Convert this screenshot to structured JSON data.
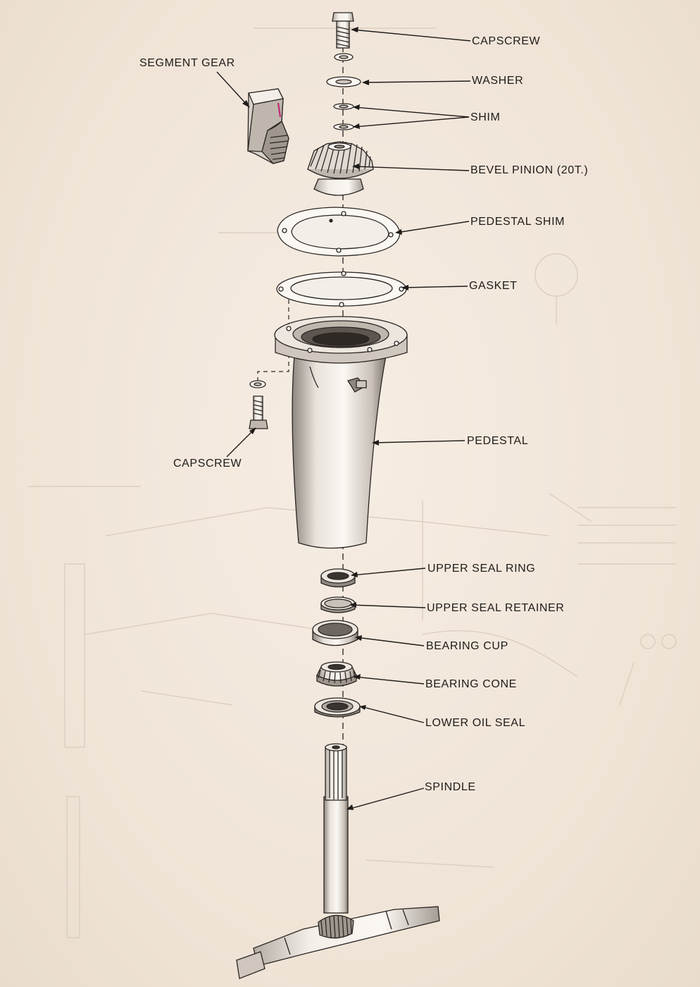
{
  "labels": {
    "capscrew_top": "CAPSCREW",
    "washer": "WASHER",
    "shim": "SHIM",
    "segment_gear": "SEGMENT GEAR",
    "bevel_pinion": "BEVEL PINION (20T.)",
    "pedestal_shim": "PEDESTAL SHIM",
    "gasket": "GASKET",
    "pedestal": "PEDESTAL",
    "capscrew_side": "CAPSCREW",
    "upper_seal_ring": "UPPER SEAL RING",
    "upper_seal_retainer": "UPPER SEAL RETAINER",
    "bearing_cup": "BEARING CUP",
    "bearing_cone": "BEARING CONE",
    "lower_oil_seal": "LOWER OIL SEAL",
    "spindle": "SPINDLE"
  },
  "colors": {
    "paper": "#f2e8dd",
    "ink": "#1e1b18",
    "part_fill": "#fbf7f2",
    "shade": "#cfc6bd",
    "ghost": "#d9cabb",
    "mark": "#c0307a"
  }
}
